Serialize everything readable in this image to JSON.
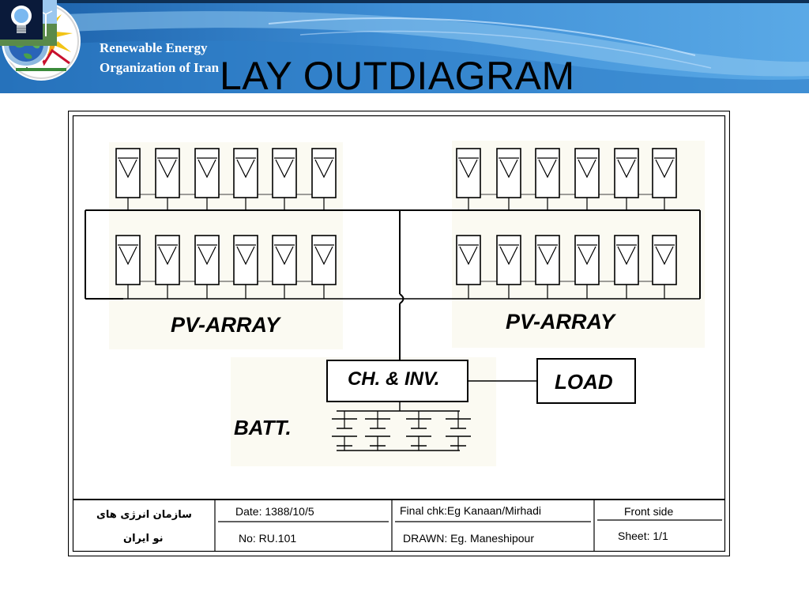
{
  "header": {
    "org_line1": "Renewable Energy",
    "org_line2": "Organization of Iran",
    "title": "LAY OUTDIAGRAM",
    "colors": {
      "banner_dark": "#1a5fa8",
      "banner_light": "#5aa9e6",
      "accent_yellow": "#f2c416"
    },
    "icons": [
      "sun-windmill-logo-icon",
      "water-drop-globe-icon",
      "energy-bulb-icon",
      "landscape-photo-icon"
    ]
  },
  "diagram": {
    "labels": {
      "pv_left": "PV-ARRAY",
      "pv_right": "PV-ARRAY",
      "charger_inverter": "CH. & INV.",
      "load": "LOAD",
      "battery": "BATT."
    },
    "title_block": {
      "org_fa_line1": "سازمان انرژی های",
      "org_fa_line2": "نو ایران",
      "date": "Date: 1388/10/5",
      "number": "No: RU.101",
      "final_check": "Final chk:Eg Kanaan/Mirhadi",
      "drawn": "DRAWN: Eg. Maneshipour",
      "side": "Front side",
      "sheet": "Sheet: 1/1"
    }
  }
}
